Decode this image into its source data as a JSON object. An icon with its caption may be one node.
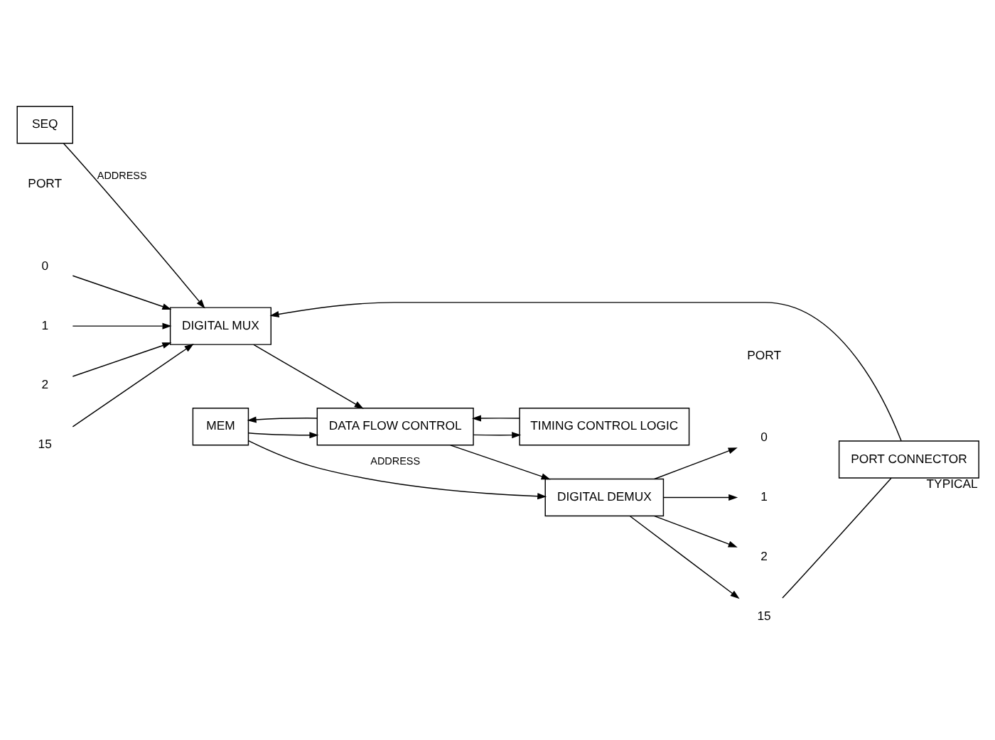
{
  "diagram": {
    "nodes": [
      {
        "text": [
          "SEQ"
        ]
      },
      {
        "text": [
          "DIGITAL MUX"
        ]
      },
      {
        "text": [
          "MEM"
        ]
      },
      {
        "text": [
          "DATA FLOW CONTROL"
        ]
      },
      {
        "text": [
          "TIMING CONTROL LOGIC"
        ]
      },
      {
        "text": [
          "DIGITAL DEMUX"
        ]
      },
      {
        "text": [
          "PORT CONNECTOR"
        ],
        "beside": [
          "TYPICAL"
        ]
      },
      {
        "text": [
          "0"
        ]
      },
      {
        "text": [
          "1"
        ]
      },
      {
        "text": [
          "2"
        ]
      },
      {
        "text": [
          "15"
        ]
      },
      {
        "text": [
          "0"
        ]
      },
      {
        "text": [
          "1"
        ]
      },
      {
        "text": [
          "2"
        ]
      },
      {
        "text": [
          "15"
        ]
      }
    ],
    "edges": [
      {
        "from": 0,
        "to": 1,
        "arrow": "to",
        "label": "ADDRESS"
      },
      {
        "from": 7,
        "to": 1,
        "arrow": "to"
      },
      {
        "from": 8,
        "to": 1,
        "arrow": "to"
      },
      {
        "from": 9,
        "to": 1,
        "arrow": "to"
      },
      {
        "from": 10,
        "to": 1,
        "arrow": "to"
      },
      {
        "from": 6,
        "to": 1,
        "arrow": "to"
      },
      {
        "from": 1,
        "to": 3,
        "arrow": "to"
      },
      {
        "from": 3,
        "to": 2,
        "arrow": "to"
      },
      {
        "from": 2,
        "to": 3,
        "arrow": "to"
      },
      {
        "from": 3,
        "to": 4,
        "arrow": "to"
      },
      {
        "from": 4,
        "to": 3,
        "arrow": "to"
      },
      {
        "from": 2,
        "to": 5,
        "arrow": "to",
        "label": "ADDRESS"
      },
      {
        "from": 3,
        "to": 5,
        "arrow": "to"
      },
      {
        "from": 5,
        "to": 11,
        "arrow": "to"
      },
      {
        "from": 5,
        "to": 12,
        "arrow": "to"
      },
      {
        "from": 5,
        "to": 13,
        "arrow": "to"
      },
      {
        "from": 5,
        "to": 14,
        "arrow": "to"
      },
      {
        "from": 14,
        "to": 6,
        "arrow": "none"
      }
    ],
    "labels": [
      "PORT",
      "PORT"
    ]
  }
}
